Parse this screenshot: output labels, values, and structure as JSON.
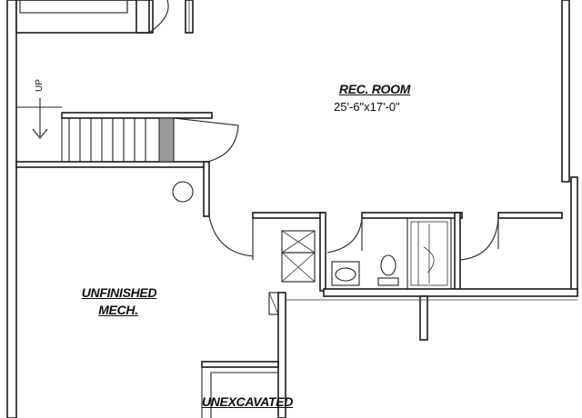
{
  "rooms": {
    "rec_room": {
      "name": "REC. ROOM",
      "dimensions": "25'-6\"x17'-0\""
    },
    "unfinished_mech": {
      "line1": "UNFINISHED",
      "line2": "MECH."
    },
    "unexcavated": {
      "name": "UNEXCAVATED"
    }
  },
  "stairs": {
    "direction_label": "UP"
  }
}
